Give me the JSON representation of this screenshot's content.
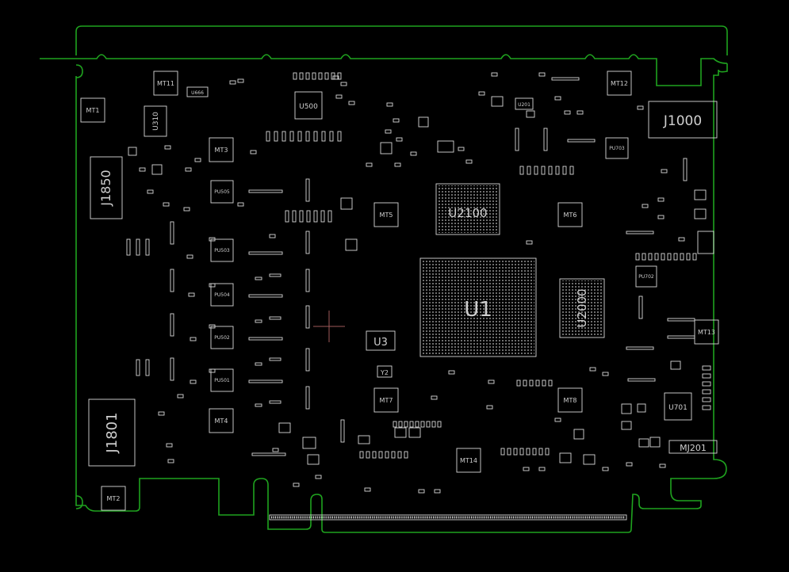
{
  "board": {
    "labels": {
      "u1": "U1",
      "u2100": "U2100",
      "u2000": "U2000",
      "u3": "U3",
      "u500": "U500",
      "u310": "U310",
      "u701": "U701",
      "u201": "U201",
      "u666": "U666",
      "j1000": "J1000",
      "j1850": "J1850",
      "j1801": "J1801",
      "mj201": "MJ201",
      "y2": "Y2",
      "mt1": "MT1",
      "mt2": "MT2",
      "mt3": "MT3",
      "mt4": "MT4",
      "mt5": "MT5",
      "mt6": "MT6",
      "mt7": "MT7",
      "mt8": "MT8",
      "mt11": "MT11",
      "mt12": "MT12",
      "mt13": "MT13",
      "mt14": "MT14",
      "pu505": "PU505",
      "pu503": "PU503",
      "pu504": "PU504",
      "pu502": "PU502",
      "pu501": "PU501",
      "pu703": "PU703",
      "pu702": "PU702"
    }
  },
  "colors": {
    "outline": "#1fa31f",
    "component": "#d8d8d8",
    "label": "#cfcfcf",
    "cursor": "#a05a5a",
    "background": "#000000"
  }
}
